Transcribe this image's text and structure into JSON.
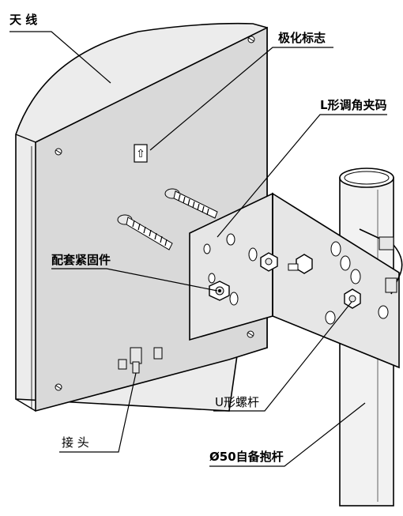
{
  "labels": {
    "antenna": "天 线",
    "polarization_mark": "极化标志",
    "l_bracket": "L形调角夹码",
    "fasteners": "配套紧固件",
    "u_bolt": "U形螺杆",
    "connector": "接 头",
    "pole": "Ø50自备抱杆"
  },
  "polarization_symbol": "⇧",
  "colors": {
    "line": "#000000",
    "panel_face": "#d9d9d9",
    "panel_edge": "#ececec",
    "metal": "#e6e6e6",
    "pole": "#f2f2f2"
  }
}
